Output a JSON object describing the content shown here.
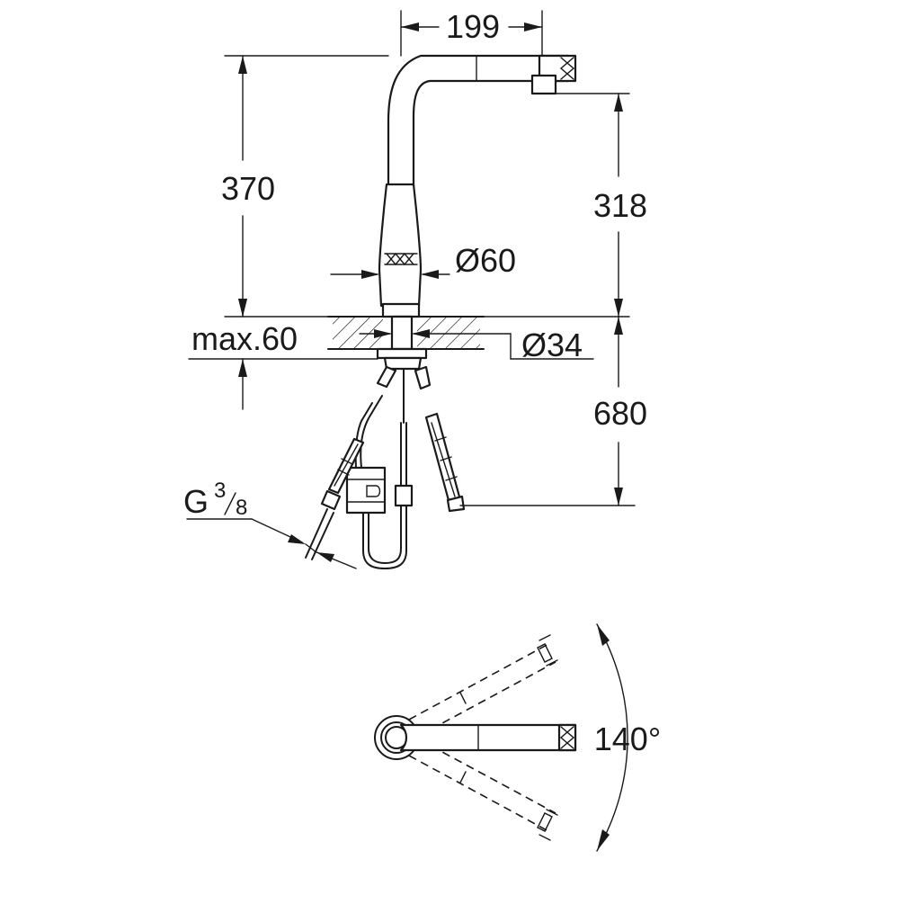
{
  "dimensions": {
    "spout_reach": "199",
    "total_height": "370",
    "spout_height": "318",
    "body_diameter": "Ø60",
    "hole_diameter": "Ø34",
    "max_counter_thickness": "max.60",
    "hose_length": "680",
    "thread_prefix": "G",
    "thread_num": "3",
    "thread_den": "8",
    "swivel_angle": "140°"
  },
  "colors": {
    "line": "#1a1a1a",
    "background": "#ffffff"
  }
}
